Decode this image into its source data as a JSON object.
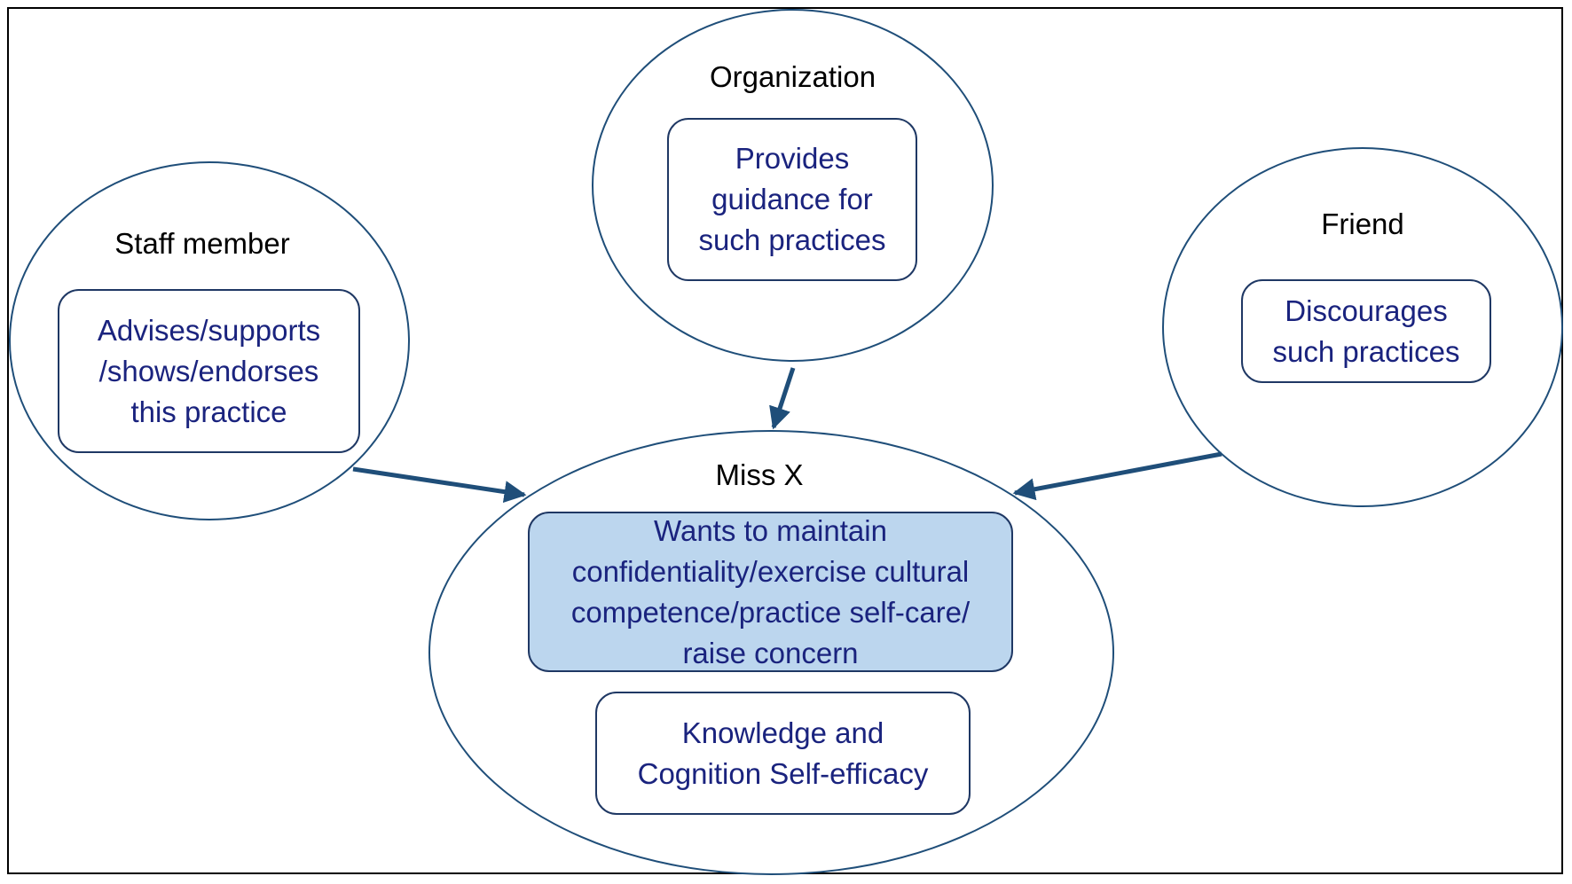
{
  "nodes": {
    "organization": {
      "title": "Organization",
      "text": "Provides\nguidance for\nsuch practices"
    },
    "staff": {
      "title": "Staff member",
      "text": "Advises/supports\n/shows/endorses\nthis practice"
    },
    "friend": {
      "title": "Friend",
      "text": "Discourages\nsuch practices"
    },
    "missx": {
      "title": "Miss X",
      "wants": "Wants to maintain\nconfidentiality/exercise cultural\ncompetence/practice self-care/\nraise concern",
      "knowledge": "Knowledge and\nCognition Self-efficacy"
    }
  },
  "colors": {
    "outline": "#1f4e79",
    "arrow": "#1f4e79",
    "text": "#1a237e",
    "highlight": "#bcd6ee"
  }
}
